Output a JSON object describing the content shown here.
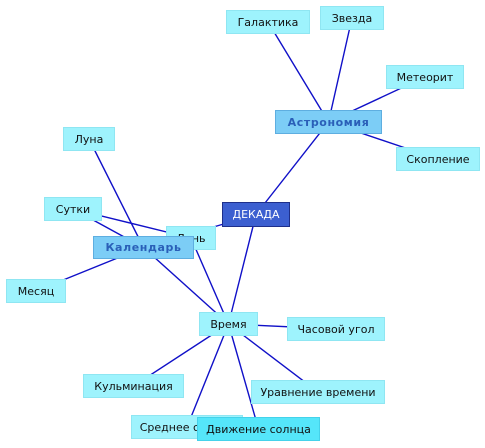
{
  "root": {
    "id": "decade",
    "label": "ДЕКАДА"
  },
  "categories": [
    {
      "id": "astronomy",
      "label": "Астрономия"
    },
    {
      "id": "calendar",
      "label": "Календарь"
    },
    {
      "id": "time",
      "label": "Время"
    }
  ],
  "leaves": [
    {
      "id": "galaxy",
      "label": "Галактика"
    },
    {
      "id": "star",
      "label": "Звезда"
    },
    {
      "id": "meteorite",
      "label": "Метеорит"
    },
    {
      "id": "cluster",
      "label": "Скопление"
    },
    {
      "id": "moon",
      "label": "Луна"
    },
    {
      "id": "day_night",
      "label": "Сутки"
    },
    {
      "id": "day",
      "label": "День"
    },
    {
      "id": "month",
      "label": "Месяц"
    },
    {
      "id": "hour_angle",
      "label": "Часовой угол"
    },
    {
      "id": "culmination",
      "label": "Кульминация"
    },
    {
      "id": "equation_time",
      "label": "Уравнение времени"
    },
    {
      "id": "mean_sun",
      "label": "Среднее солнце"
    },
    {
      "id": "sun_motion",
      "label": "Движение солнца"
    }
  ],
  "edges": [
    [
      "decade",
      "astronomy"
    ],
    [
      "decade",
      "calendar"
    ],
    [
      "decade",
      "time"
    ],
    [
      "astronomy",
      "galaxy"
    ],
    [
      "astronomy",
      "star"
    ],
    [
      "astronomy",
      "meteorite"
    ],
    [
      "astronomy",
      "cluster"
    ],
    [
      "calendar",
      "moon"
    ],
    [
      "calendar",
      "day_night"
    ],
    [
      "calendar",
      "day"
    ],
    [
      "calendar",
      "month"
    ],
    [
      "calendar",
      "time"
    ],
    [
      "day",
      "time"
    ],
    [
      "day_night",
      "day"
    ],
    [
      "time",
      "hour_angle"
    ],
    [
      "time",
      "culmination"
    ],
    [
      "time",
      "equation_time"
    ],
    [
      "time",
      "mean_sun"
    ],
    [
      "time",
      "sun_motion"
    ]
  ]
}
